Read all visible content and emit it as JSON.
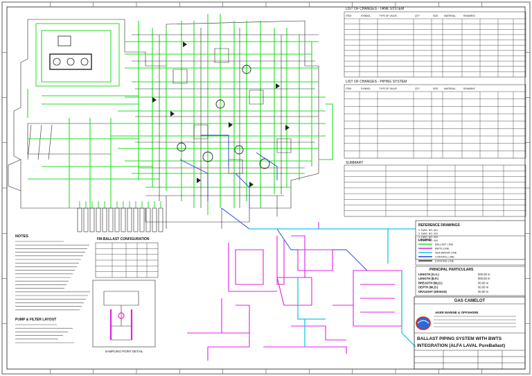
{
  "drawing": {
    "title_line1": "BALLAST PIPING SYSTEM WITH BWTS",
    "title_line2": "INTEGRATION (ALFA LAVAL PureBallast)",
    "vessel": "GAS CAMELOT",
    "company": "AKER MARINE & OFFSHORE",
    "colors": {
      "ballast": "#22dd22",
      "bwts": "#e020e0",
      "sea_water": "#10c8e8",
      "control": "#2040d0",
      "line": "#222222",
      "logo": "#e02020"
    }
  },
  "tables": {
    "list_a": {
      "title": "LIST OF CHANGES - TANK SYSTEM",
      "header": [
        "ITEM",
        "SYMBOL",
        "TYPE OF VALVE",
        "QTY",
        "SIZE",
        "MATERIAL",
        "REMARKS"
      ]
    },
    "list_b": {
      "title": "LIST OF CHANGES - PIPING SYSTEM",
      "header": [
        "ITEM",
        "SYMBOL",
        "TYPE OF VALVE",
        "QTY",
        "SIZE",
        "MATERIAL",
        "REMARKS"
      ]
    },
    "summary": {
      "title": "SUMMARY"
    }
  },
  "labels": {
    "notes": "NOTES",
    "fm_table": "FM-BALLAST CONFIGURATION",
    "detail": "SAMPLING POINT DETAIL",
    "pump_section": "PUMP & FILTER LAYOUT",
    "reference_title": "REFERENCE DRAWINGS",
    "legend_title": "LEGEND",
    "principal_title": "PRINCIPAL PARTICULARS"
  },
  "references": [
    "1. DWG. NO. 001",
    "2. DWG. NO. 002",
    "3. DWG. NO. 003",
    "4. DWG. NO. 004"
  ],
  "legend": [
    {
      "label": "BALLAST LINE",
      "color": "#22dd22"
    },
    {
      "label": "BWTS LINE",
      "color": "#e020e0"
    },
    {
      "label": "SEA WATER LINE",
      "color": "#10c8e8"
    },
    {
      "label": "CONTROL LINE",
      "color": "#2040d0"
    },
    {
      "label": "EXISTING LINE",
      "color": "#222222"
    }
  ],
  "principal": [
    {
      "key": "LENGTH (O.A.)",
      "val": "000.00 m"
    },
    {
      "key": "LENGTH (B.P.)",
      "val": "000.00 m"
    },
    {
      "key": "BREADTH (MLD.)",
      "val": "00.00 m"
    },
    {
      "key": "DEPTH (MLD.)",
      "val": "00.00 m"
    },
    {
      "key": "DRAUGHT (DESIGN)",
      "val": "00.00 m"
    }
  ]
}
